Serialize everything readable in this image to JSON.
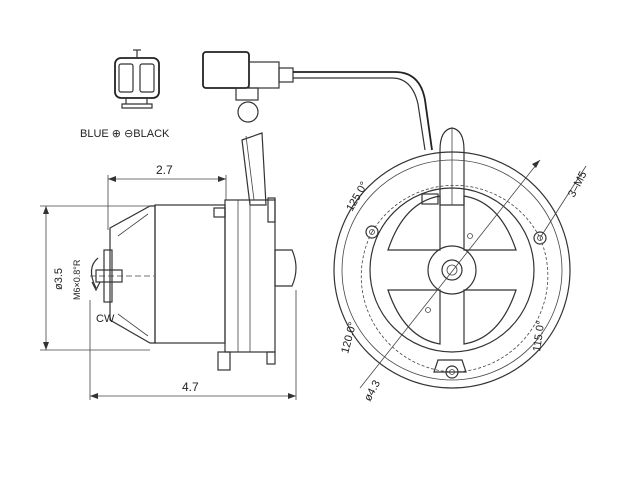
{
  "connector": {
    "polarity_label": "BLUE ⊕  ⊖BLACK"
  },
  "dimensions": {
    "body_length": "2.7",
    "overall_length": "4.7",
    "diameter_left": "ø3.5",
    "shaft_thread": "M6×0.8°R",
    "rotation": "CW",
    "angle_top": "125.0°",
    "angle_left": "120.0°",
    "angle_right": "115.0°",
    "mount_holes": "3–M5",
    "bolt_circle": "ø4.3"
  }
}
